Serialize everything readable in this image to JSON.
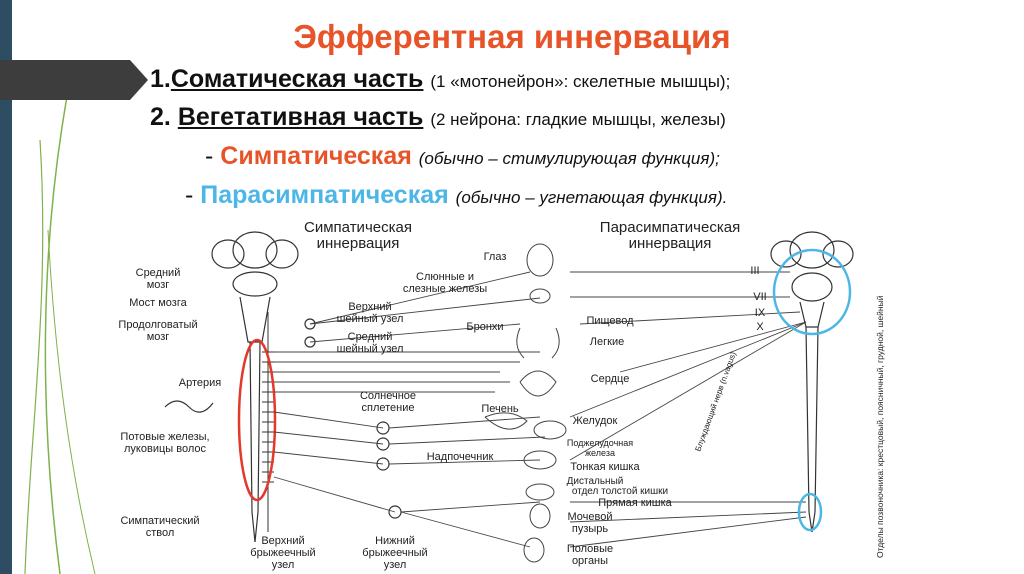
{
  "title": "Эфферентная иннервация",
  "lines": {
    "l1_num": "1.",
    "l1_head": "Соматическая часть",
    "l1_note": "(1 «мотонейрон»: скелетные мышцы);",
    "l2_num": "2.",
    "l2_head": "Вегетативная часть",
    "l2_note": "(2 нейрона: гладкие мышцы, железы)",
    "l3_dash": "-",
    "l3_head": "Симпатическая",
    "l3_note": "(обычно – стимулирующая функция);",
    "l4_dash": "-",
    "l4_head": "Парасимпатическая",
    "l4_note": "(обычно – угнетающая функция)."
  },
  "diagram": {
    "symp_title_1": "Симпатическая",
    "symp_title_2": "иннервация",
    "para_title_1": "Парасимпатическая",
    "para_title_2": "иннервация",
    "left": {
      "midbrain_1": "Средний",
      "midbrain_2": "мозг",
      "pons": "Мост мозга",
      "medulla_1": "Продолговатый",
      "medulla_2": "мозг",
      "artery": "Артерия",
      "sweat_1": "Потовые железы,",
      "sweat_2": "луковицы волос",
      "trunk_1": "Симпатический",
      "trunk_2": "ствол",
      "sup_mes_1": "Верхний",
      "sup_mes_2": "брыжеечный",
      "sup_mes_3": "узел",
      "inf_mes_1": "Нижний",
      "inf_mes_2": "брыжеечный",
      "inf_mes_3": "узел"
    },
    "center": {
      "eye": "Глаз",
      "salivary_1": "Слюнные и",
      "salivary_2": "слезные железы",
      "sup_cerv_1": "Верхний",
      "sup_cerv_2": "шейный узел",
      "mid_cerv_1": "Средний",
      "mid_cerv_2": "шейный узел",
      "bronchi": "Бронхи",
      "esophagus": "Пищевод",
      "lungs": "Легкие",
      "heart": "Сердце",
      "solar_1": "Солнечное",
      "solar_2": "сплетение",
      "liver": "Печень",
      "stomach": "Желудок",
      "pancreas_1": "Поджелудочная",
      "pancreas_2": "железа",
      "adrenal": "Надпочечник",
      "small_int": "Тонкая кишка",
      "distal_1": "Дистальный",
      "distal_2": "отдел толстой кишки",
      "rectum": "Прямая кишка",
      "bladder_1": "Мочевой",
      "bladder_2": "пузырь",
      "genital_1": "Половые",
      "genital_2": "органы"
    },
    "right": {
      "n3": "III",
      "n7": "VII",
      "n9": "IX",
      "n10": "X",
      "vagus": "Блуждающий нерв (n.vagus)",
      "spine_sections": "Отделы позвоночника: крестцовый, поясничный, грудной, шейный"
    }
  },
  "colors": {
    "title": "#e8542a",
    "sympathetic": "#e8542a",
    "parasympathetic": "#4cb6e6",
    "band": "#2f4d62"
  }
}
